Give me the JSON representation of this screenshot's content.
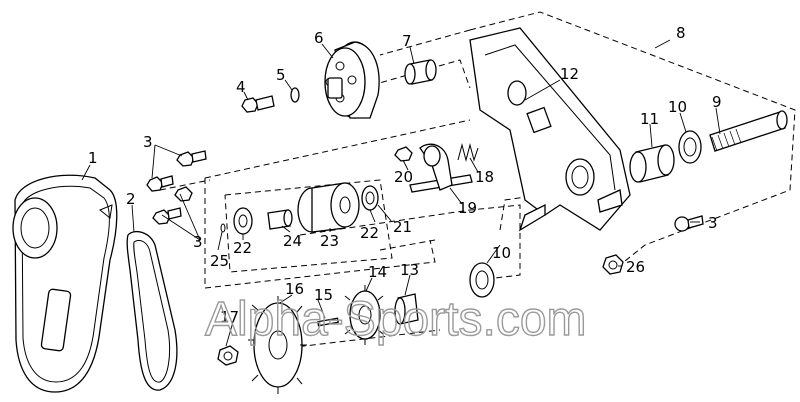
{
  "diagram": {
    "callouts": {
      "p1": "1",
      "p2": "2",
      "p3a": "3",
      "p3b": "3",
      "p3c": "3",
      "p4": "4",
      "p5": "5",
      "p6": "6",
      "p7": "7",
      "p8": "8",
      "p9": "9",
      "p10a": "10",
      "p10b": "10",
      "p11": "11",
      "p12": "12",
      "p13": "13",
      "p14": "14",
      "p15": "15",
      "p16": "16",
      "p17": "17",
      "p18": "18",
      "p19": "19",
      "p20": "20",
      "p21": "21",
      "p22a": "22",
      "p22b": "22",
      "p23": "23",
      "p24": "24",
      "p25": "25",
      "p26": "26"
    },
    "watermark": "Alpha-Sports.com"
  }
}
